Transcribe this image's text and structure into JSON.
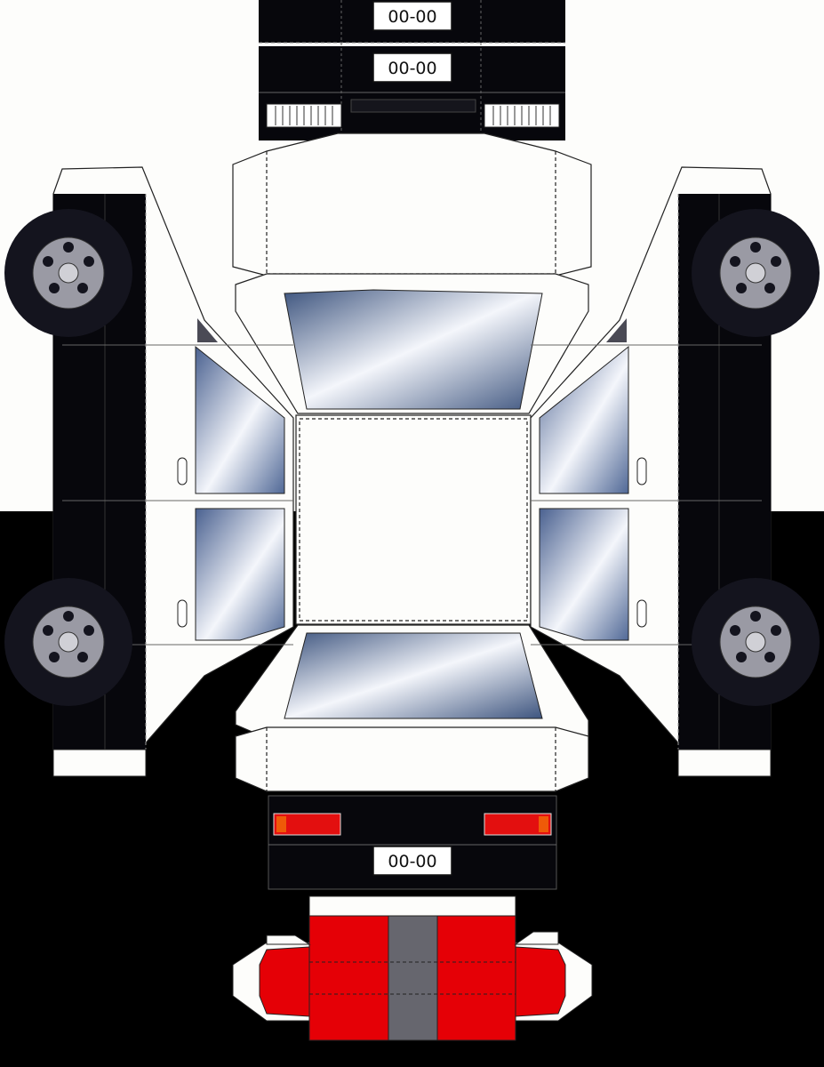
{
  "title": "",
  "plates": {
    "front_top": "00-00",
    "front_bottom": "00-00",
    "rear": "00-00"
  },
  "colors": {
    "paper": "#fdfdfb",
    "body_dark": "#07070c",
    "glass_dark": "#3e557f",
    "glass_light": "#f4f6fb",
    "beacon_red": "#e50006",
    "beacon_gray": "#66666e",
    "tail_red": "#e30f0f",
    "tail_amber": "#ef5a08",
    "wheel_rim": "#9a9aa4",
    "fold_line": "#333333"
  },
  "icons": [
    "wheel-icon",
    "door-handle-icon",
    "tail-light-icon",
    "headlight-icon",
    "license-plate-icon"
  ]
}
